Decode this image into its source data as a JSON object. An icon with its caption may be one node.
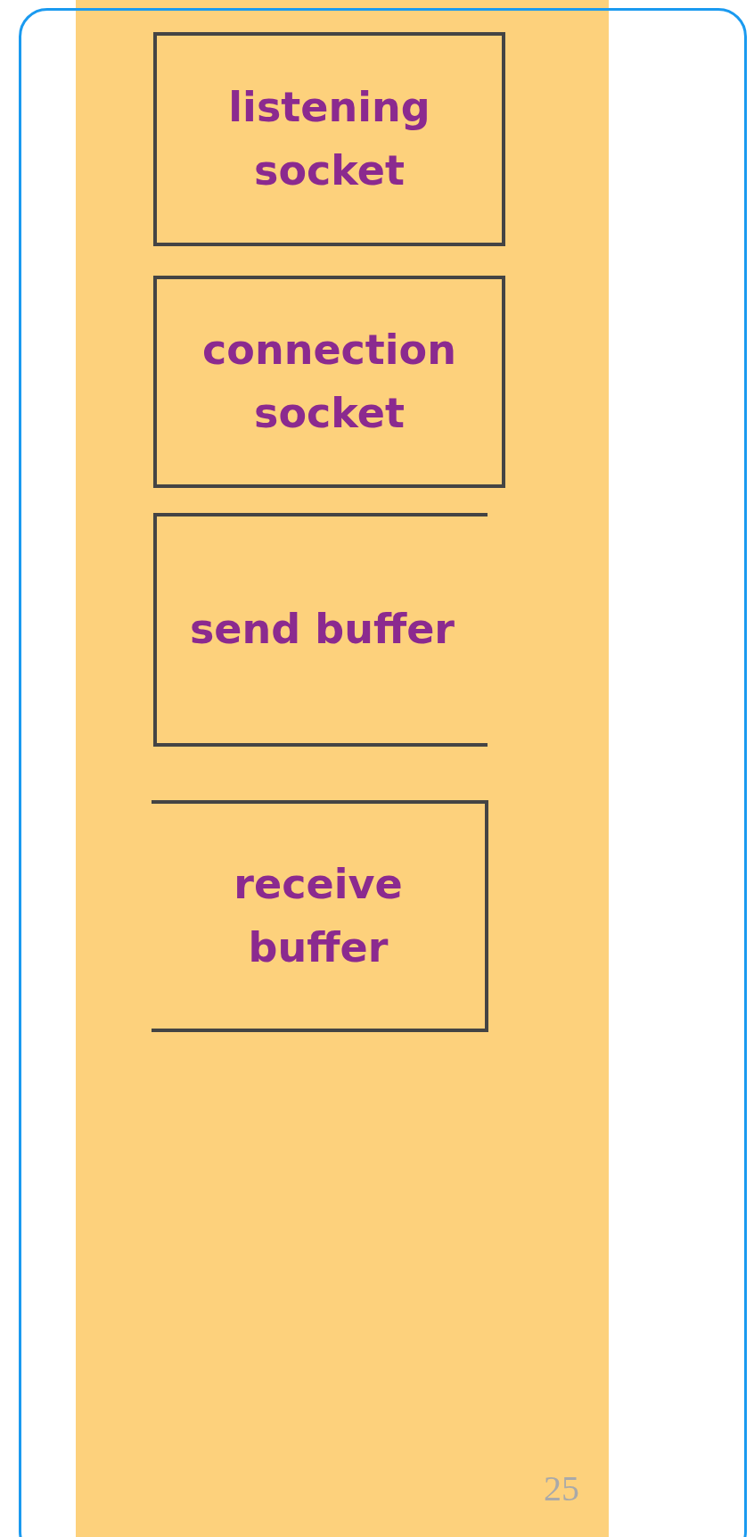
{
  "diagram": {
    "nodes": [
      {
        "text": [
          "listening socket"
        ]
      },
      {
        "text": [
          "connection socket"
        ]
      },
      {
        "text": [
          "send buffer"
        ]
      },
      {
        "text": [
          "receive buffer"
        ]
      }
    ],
    "labels": [
      "25"
    ]
  }
}
